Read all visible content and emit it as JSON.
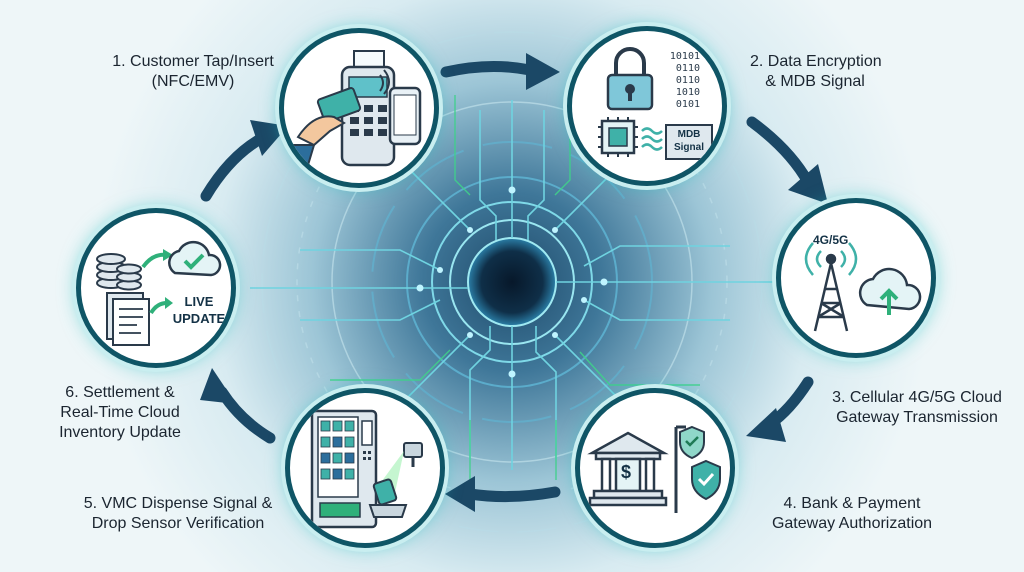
{
  "stages": [
    {
      "label_lines": [
        "1. Customer Tap/Insert",
        "(NFC/EMV)"
      ]
    },
    {
      "label_lines": [
        "2. Data Encryption",
        "& MDB Signal"
      ],
      "mdb_badge": [
        "MDB",
        "Signal"
      ],
      "binary_lines": [
        "10101",
        "0110",
        "0110",
        "1010",
        "0101"
      ]
    },
    {
      "label_lines": [
        "3. Cellular 4G/5G Cloud",
        "Gateway Transmission"
      ],
      "network_tag": "4G/5G"
    },
    {
      "label_lines": [
        "4. Bank & Payment",
        "Gateway Authorization"
      ],
      "currency_symbol": "$"
    },
    {
      "label_lines": [
        "5. VMC Dispense Signal &",
        "Drop Sensor Verification"
      ]
    },
    {
      "label_lines": [
        "6. Settlement &",
        "Real-Time Cloud",
        "Inventory Update"
      ],
      "badge_lines": [
        "LIVE",
        "UPDATE"
      ]
    }
  ],
  "colors": {
    "ring": "#0f5566",
    "glow": "#3fd6c9",
    "arrow": "#1b4866",
    "accent_green": "#2fb07a",
    "accent_blue": "#2c6e9c"
  },
  "icons": [
    "payment-terminal-icon",
    "lock-icon",
    "chip-icon",
    "cell-tower-icon",
    "cloud-upload-icon",
    "bank-icon",
    "shield-check-icon",
    "vending-machine-icon",
    "drop-sensor-icon",
    "coin-stack-icon",
    "document-icon",
    "cloud-check-icon"
  ]
}
